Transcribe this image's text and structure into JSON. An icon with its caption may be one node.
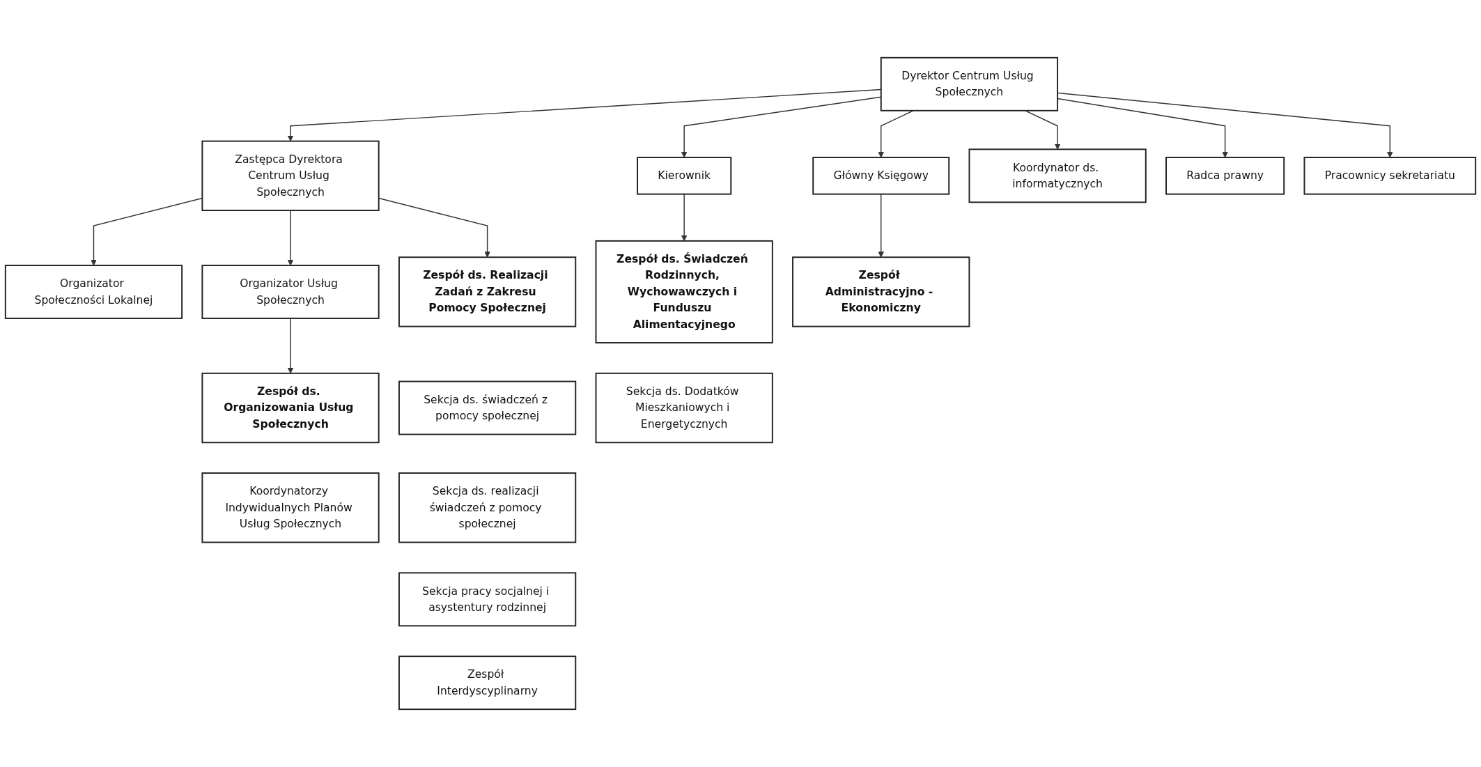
{
  "diagram": {
    "nodes": [
      {
        "text": [
          "Dyrektor Centrum Usług Społecznych"
        ]
      },
      {
        "text": [
          "Zastępca Dyrektora Centrum Usług Społecznych"
        ]
      },
      {
        "text": [
          "Organizator Społeczności Lokalnej"
        ]
      },
      {
        "text": [
          "Organizator Usług Społecznych"
        ]
      },
      {
        "text": [
          "Zespół ds. Realizacji Zadań z Zakresu Pomocy Społecznej"
        ]
      },
      {
        "text": [
          "Kierownik"
        ]
      },
      {
        "text": [
          "Główny Księgowy"
        ]
      },
      {
        "text": [
          "Koordynator ds. informatycznych"
        ]
      },
      {
        "text": [
          "Radca prawny"
        ]
      },
      {
        "text": [
          "Pracownicy sekretariatu"
        ]
      },
      {
        "text": [
          "Zespół ds. Organizowania Usług Społecznych"
        ]
      },
      {
        "text": [
          "Sekcja ds. świadczeń z pomocy społecznej"
        ]
      },
      {
        "text": [
          "Zespół ds. Świadczeń Rodzinnych, Wychowawczych i Funduszu Alimentacyjnego"
        ]
      },
      {
        "text": [
          "Zespół Administracyjno - Ekonomiczny"
        ]
      },
      {
        "text": [
          "Koordynatorzy Indywidualnych Planów Usług Społecznych"
        ]
      },
      {
        "text": [
          "Sekcja ds. realizacji świadczeń z pomocy społecznej"
        ]
      },
      {
        "text": [
          "Sekcja ds. Dodatków Mieszkaniowych i Energetycznych"
        ]
      },
      {
        "text": [
          "Sekcja pracy socjalnej i asystentury rodzinnej"
        ]
      },
      {
        "text": [
          "Zespół Interdyscyplinarny"
        ]
      }
    ],
    "edges": [
      {
        "from": 0,
        "to": 1,
        "arrow": "to"
      },
      {
        "from": 0,
        "to": 5,
        "arrow": "to"
      },
      {
        "from": 0,
        "to": 6,
        "arrow": "to"
      },
      {
        "from": 0,
        "to": 7,
        "arrow": "to"
      },
      {
        "from": 0,
        "to": 8,
        "arrow": "to"
      },
      {
        "from": 0,
        "to": 9,
        "arrow": "to"
      },
      {
        "from": 1,
        "to": 2,
        "arrow": "to"
      },
      {
        "from": 1,
        "to": 3,
        "arrow": "to"
      },
      {
        "from": 1,
        "to": 4,
        "arrow": "to"
      },
      {
        "from": 3,
        "to": 10,
        "arrow": "to"
      },
      {
        "from": 5,
        "to": 12,
        "arrow": "to"
      },
      {
        "from": 6,
        "to": 13,
        "arrow": "to"
      }
    ]
  }
}
